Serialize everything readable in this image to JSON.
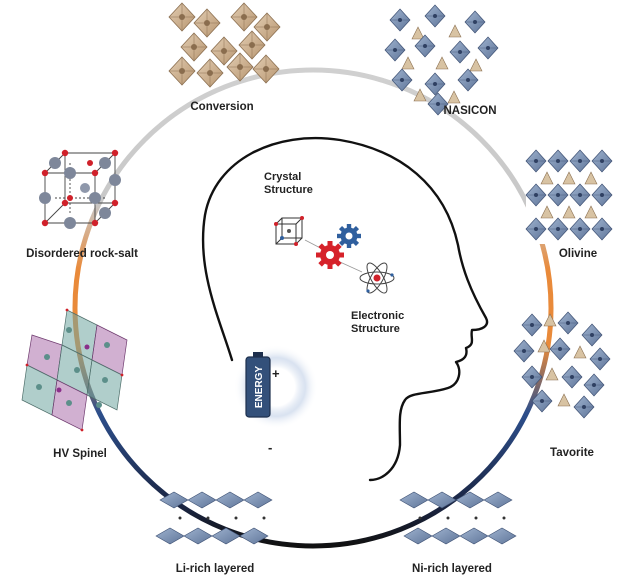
{
  "materials": {
    "conversion": "Conversion",
    "nasicon": "NASICON",
    "disordered_rock_salt": "Disordered rock-salt",
    "olivine": "Olivine",
    "hv_spinel": "HV Spinel",
    "tavorite": "Tavorite",
    "li_rich_layered": "Li-rich layered",
    "ni_rich_layered": "Ni-rich layered"
  },
  "center": {
    "crystal_structure_line1": "Crystal",
    "crystal_structure_line2": "Structure",
    "electronic_structure_line1": "Electronic",
    "electronic_structure_line2": "Structure"
  },
  "battery": {
    "label": "ENERGY",
    "plus": "+",
    "minus": "-"
  },
  "colors": {
    "ring_top": "#c8c8c8",
    "ring_side": "#e98a3a",
    "ring_bottom": "#2d4f8c",
    "gear_red": "#d6222a",
    "gear_blue": "#2f5f9e",
    "octahedron_tan": "#c9ab88",
    "octahedron_blue": "#7d93b3",
    "spinel_purple": "#9a4f9a",
    "spinel_teal": "#6fa6a0"
  }
}
